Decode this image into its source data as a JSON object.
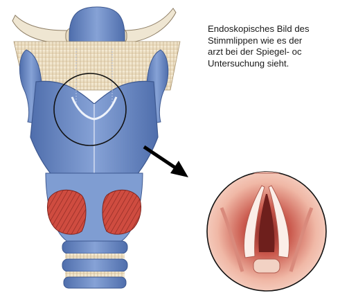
{
  "caption": {
    "lines": [
      "Endoskopisches Bild des",
      "Stimmlippen wie es der",
      "arzt bei der Spiegel- oc",
      "Untersuchung sieht."
    ]
  },
  "colors": {
    "cartilage_blue": "#6f8fc8",
    "cartilage_blue_dark": "#4d6ba8",
    "ligament_cream": "#efe4cc",
    "muscle_red": "#c8463c",
    "mucosa_pink": "#f1c3b5",
    "mucosa_deep": "#c85a4e"
  }
}
